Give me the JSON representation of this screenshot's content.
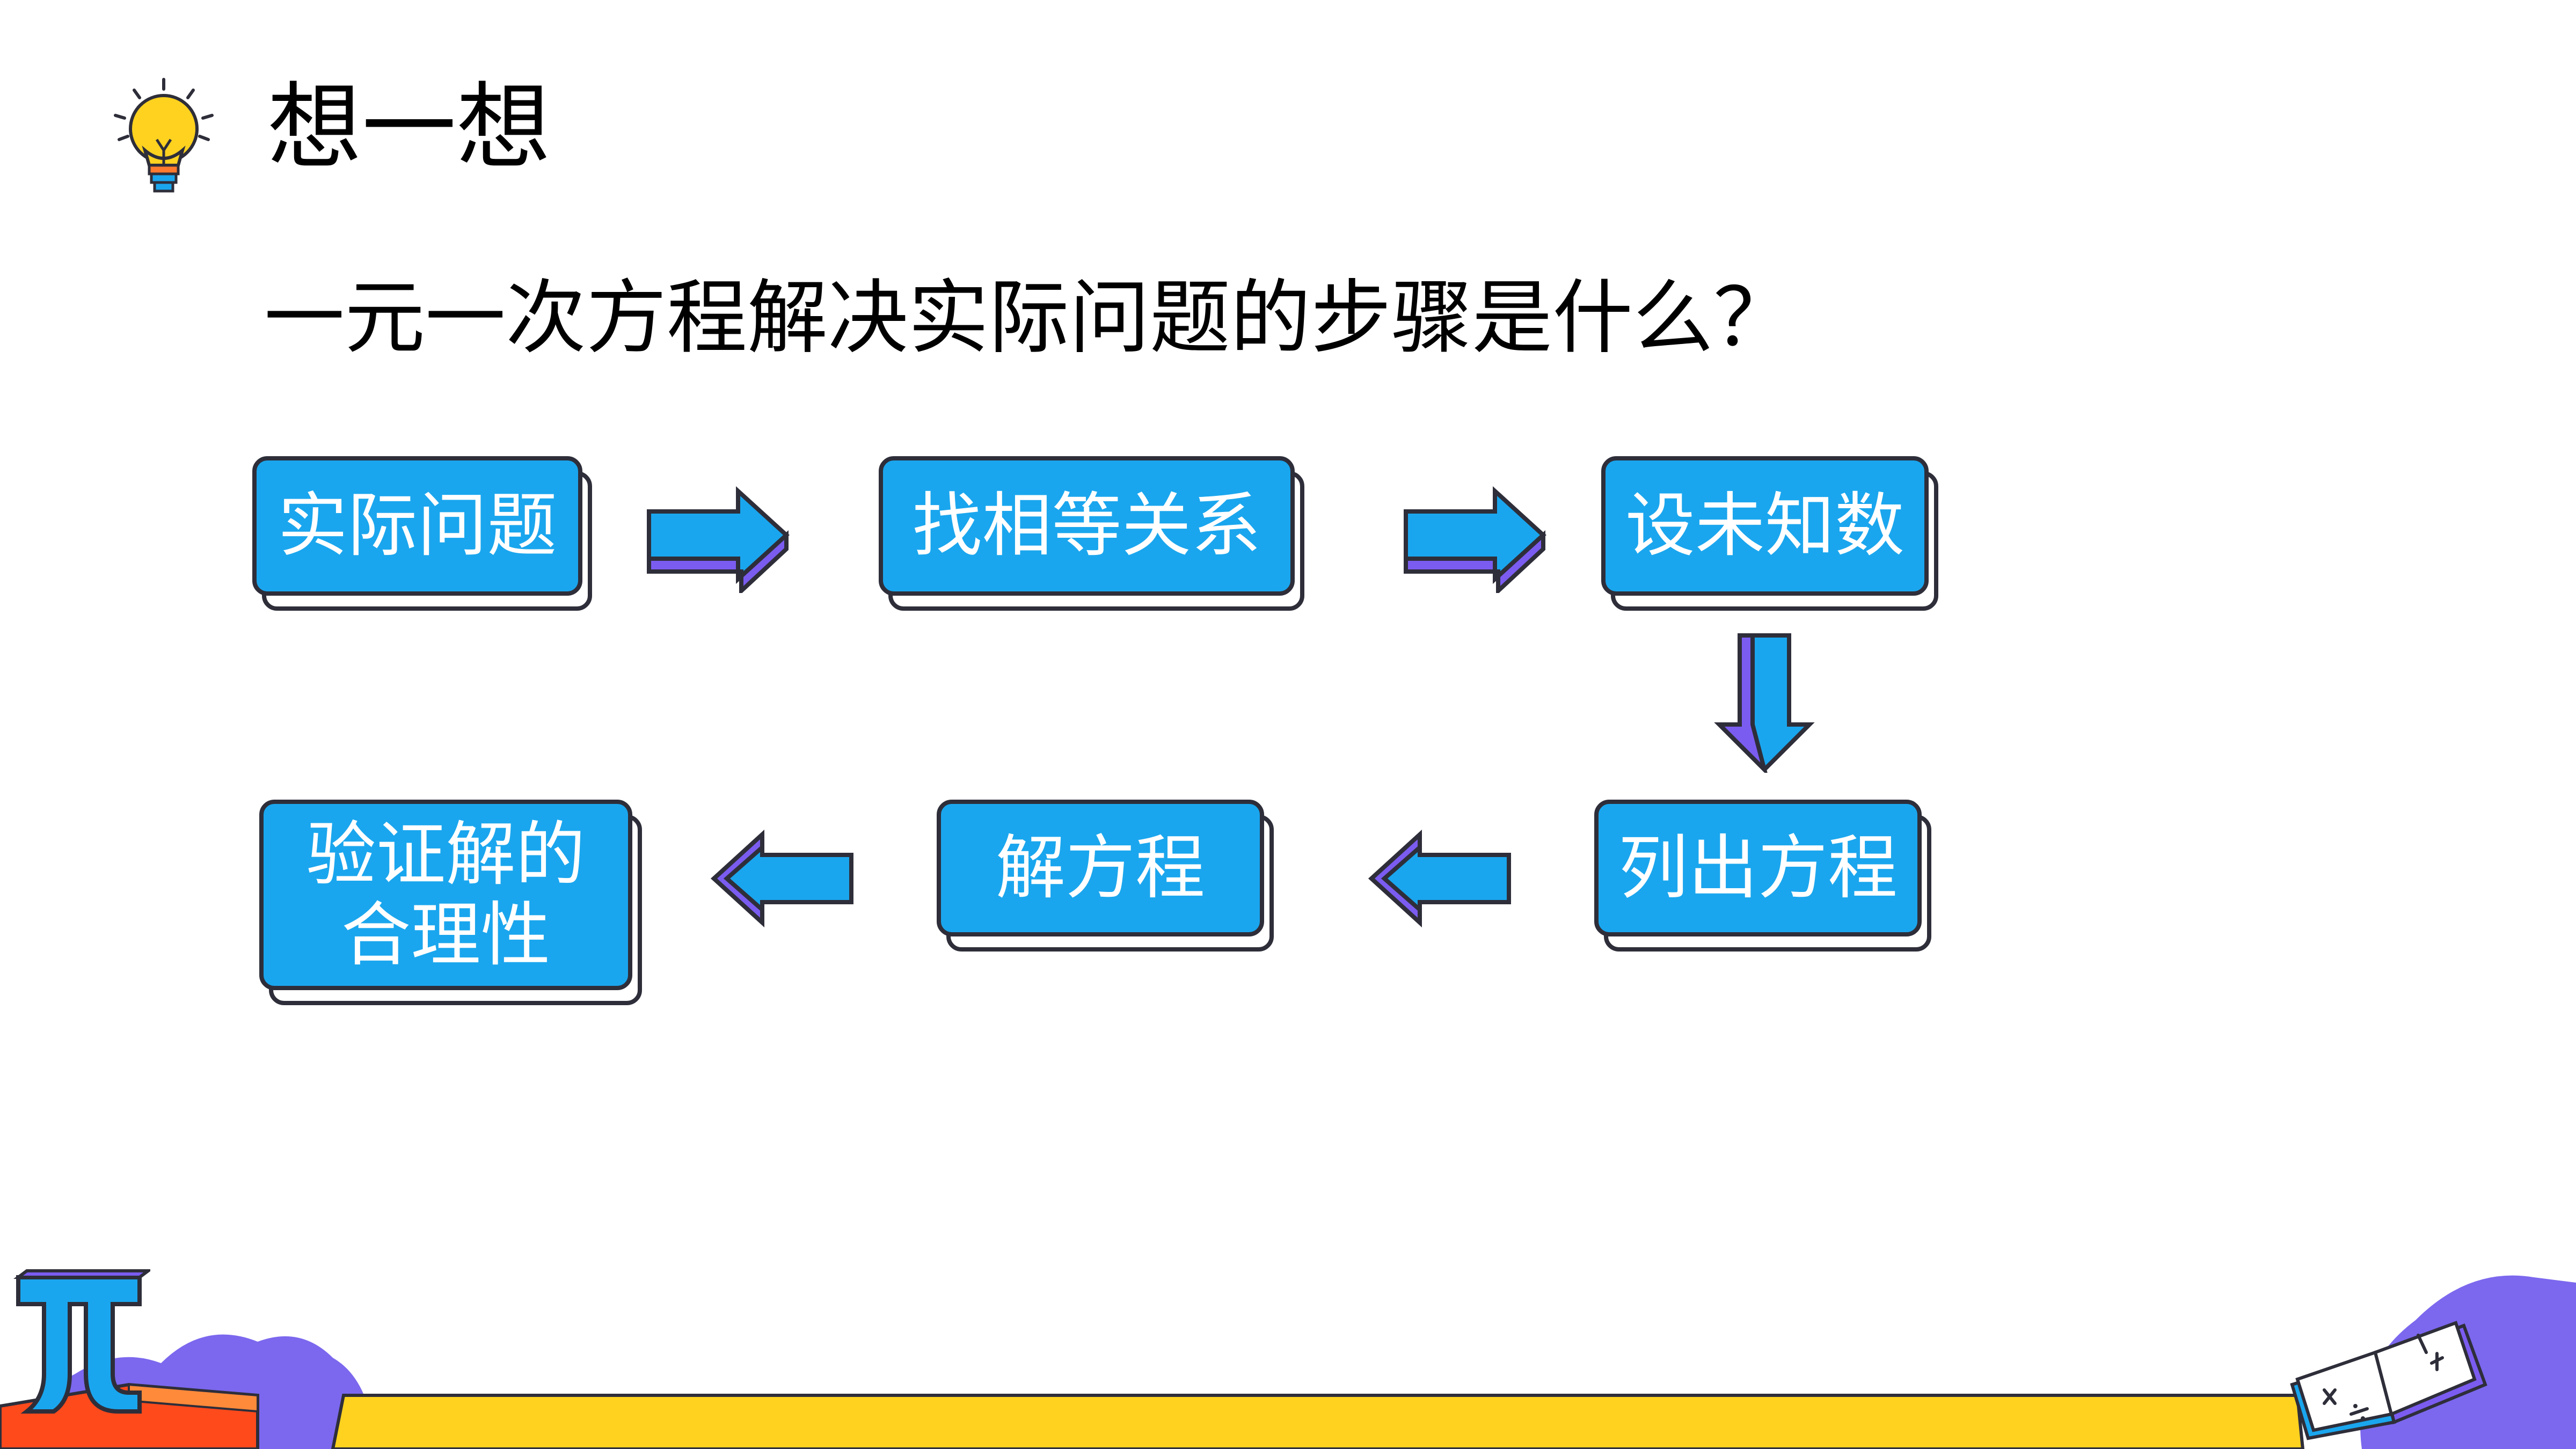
{
  "header": {
    "title": "想一想",
    "question": "一元一次方程解决实际问题的步骤是什么？"
  },
  "flow": {
    "steps": [
      "实际问题",
      "找相等关系",
      "设未知数",
      "列出方程",
      "解方程",
      "验证解的\n合理性"
    ]
  },
  "colors": {
    "box_fill": "#1aa6ee",
    "box_border": "#2e2e3a",
    "arrow_fill": "#1aa6ee",
    "arrow_side": "#7b5cf0",
    "footer_bar": "#ffd21f",
    "footer_purple": "#7b68ee",
    "pi_blue": "#1aa6ee",
    "bulb_yellow": "#ffd21f"
  },
  "icons": {
    "header": "lightbulb-icon",
    "footer_left": "pi-symbol-icon",
    "footer_right": "math-book-icon"
  }
}
